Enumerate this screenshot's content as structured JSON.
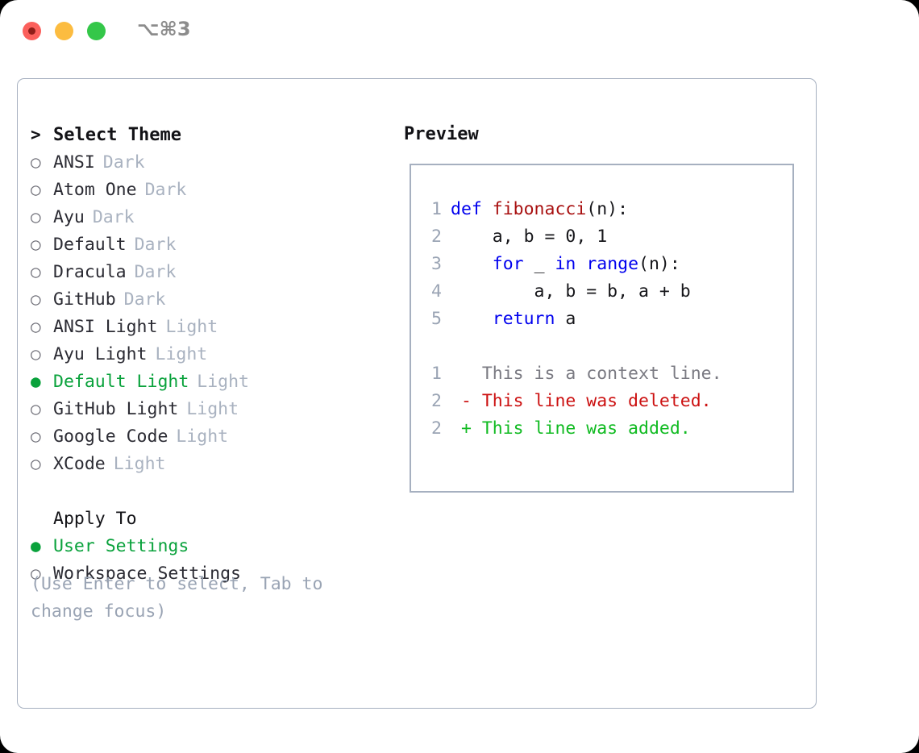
{
  "titlebar": {
    "shortcut": "⌥⌘3",
    "buttons": [
      {
        "name": "close",
        "color": "#fb605c"
      },
      {
        "name": "minimize",
        "color": "#fcbc40"
      },
      {
        "name": "zoom",
        "color": "#34c749"
      }
    ]
  },
  "theme_picker": {
    "header_marker": ">",
    "header_label": "Select Theme",
    "marker_unselected": "○",
    "marker_selected": "●",
    "items": [
      {
        "label": "ANSI",
        "badge": "Dark",
        "selected": false
      },
      {
        "label": "Atom One",
        "badge": "Dark",
        "selected": false
      },
      {
        "label": "Ayu",
        "badge": "Dark",
        "selected": false
      },
      {
        "label": "Default",
        "badge": "Dark",
        "selected": false
      },
      {
        "label": "Dracula",
        "badge": "Dark",
        "selected": false
      },
      {
        "label": "GitHub",
        "badge": "Dark",
        "selected": false
      },
      {
        "label": "ANSI Light",
        "badge": "Light",
        "selected": false
      },
      {
        "label": "Ayu Light",
        "badge": "Light",
        "selected": false
      },
      {
        "label": "Default Light",
        "badge": "Light",
        "selected": true
      },
      {
        "label": "GitHub Light",
        "badge": "Light",
        "selected": false
      },
      {
        "label": "Google Code",
        "badge": "Light",
        "selected": false
      },
      {
        "label": "XCode",
        "badge": "Light",
        "selected": false
      }
    ]
  },
  "apply_to": {
    "title": "Apply To",
    "items": [
      {
        "label": "User Settings",
        "selected": true
      },
      {
        "label": "Workspace Settings",
        "selected": false
      }
    ]
  },
  "help": {
    "line1": "(Use Enter to select, Tab to",
    "line2": "change focus)"
  },
  "preview": {
    "title": "Preview",
    "code_lines": [
      {
        "no": "1",
        "tokens": [
          {
            "t": "def ",
            "c": "kw"
          },
          {
            "t": "fibonacci",
            "c": "fn"
          },
          {
            "t": "(n):",
            "c": "plain"
          }
        ]
      },
      {
        "no": "2",
        "tokens": [
          {
            "t": "    a, b = 0, 1",
            "c": "plain"
          }
        ]
      },
      {
        "no": "3",
        "tokens": [
          {
            "t": "    ",
            "c": "plain"
          },
          {
            "t": "for",
            "c": "kw"
          },
          {
            "t": " _ ",
            "c": "plain"
          },
          {
            "t": "in",
            "c": "kw"
          },
          {
            "t": " ",
            "c": "plain"
          },
          {
            "t": "range",
            "c": "kw"
          },
          {
            "t": "(n):",
            "c": "plain"
          }
        ]
      },
      {
        "no": "4",
        "tokens": [
          {
            "t": "        a, b = b, a + b",
            "c": "plain"
          }
        ]
      },
      {
        "no": "5",
        "tokens": [
          {
            "t": "    ",
            "c": "plain"
          },
          {
            "t": "return",
            "c": "kw"
          },
          {
            "t": " a",
            "c": "plain"
          }
        ]
      }
    ],
    "diff_lines": [
      {
        "no": "1",
        "sign": " ",
        "text": "This is a context line.",
        "kind": "ctx"
      },
      {
        "no": "2",
        "sign": "-",
        "text": "This line was deleted.",
        "kind": "del"
      },
      {
        "no": "2",
        "sign": "+",
        "text": "This line was added.",
        "kind": "add"
      }
    ]
  },
  "colors": {
    "accent_green": "#0aa23c",
    "badge_gray": "#a9b2c0",
    "border": "#a6b0c0",
    "keyword_blue": "#0000ee",
    "function_red": "#a81010",
    "diff_delete": "#cc1111",
    "diff_add": "#11bb22"
  }
}
